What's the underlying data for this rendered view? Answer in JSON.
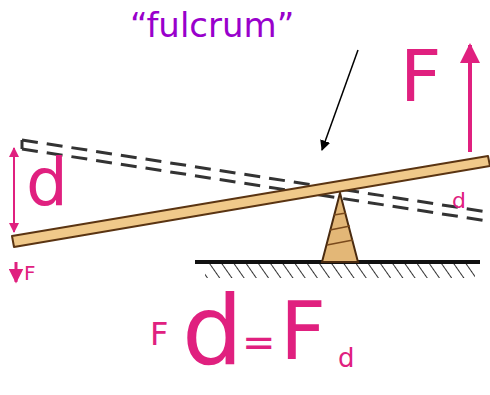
{
  "diagram": {
    "labels": [
      "“fulcrum”",
      "F",
      "d",
      "F",
      "d",
      "F",
      "d",
      "=",
      "F",
      "d"
    ]
  }
}
